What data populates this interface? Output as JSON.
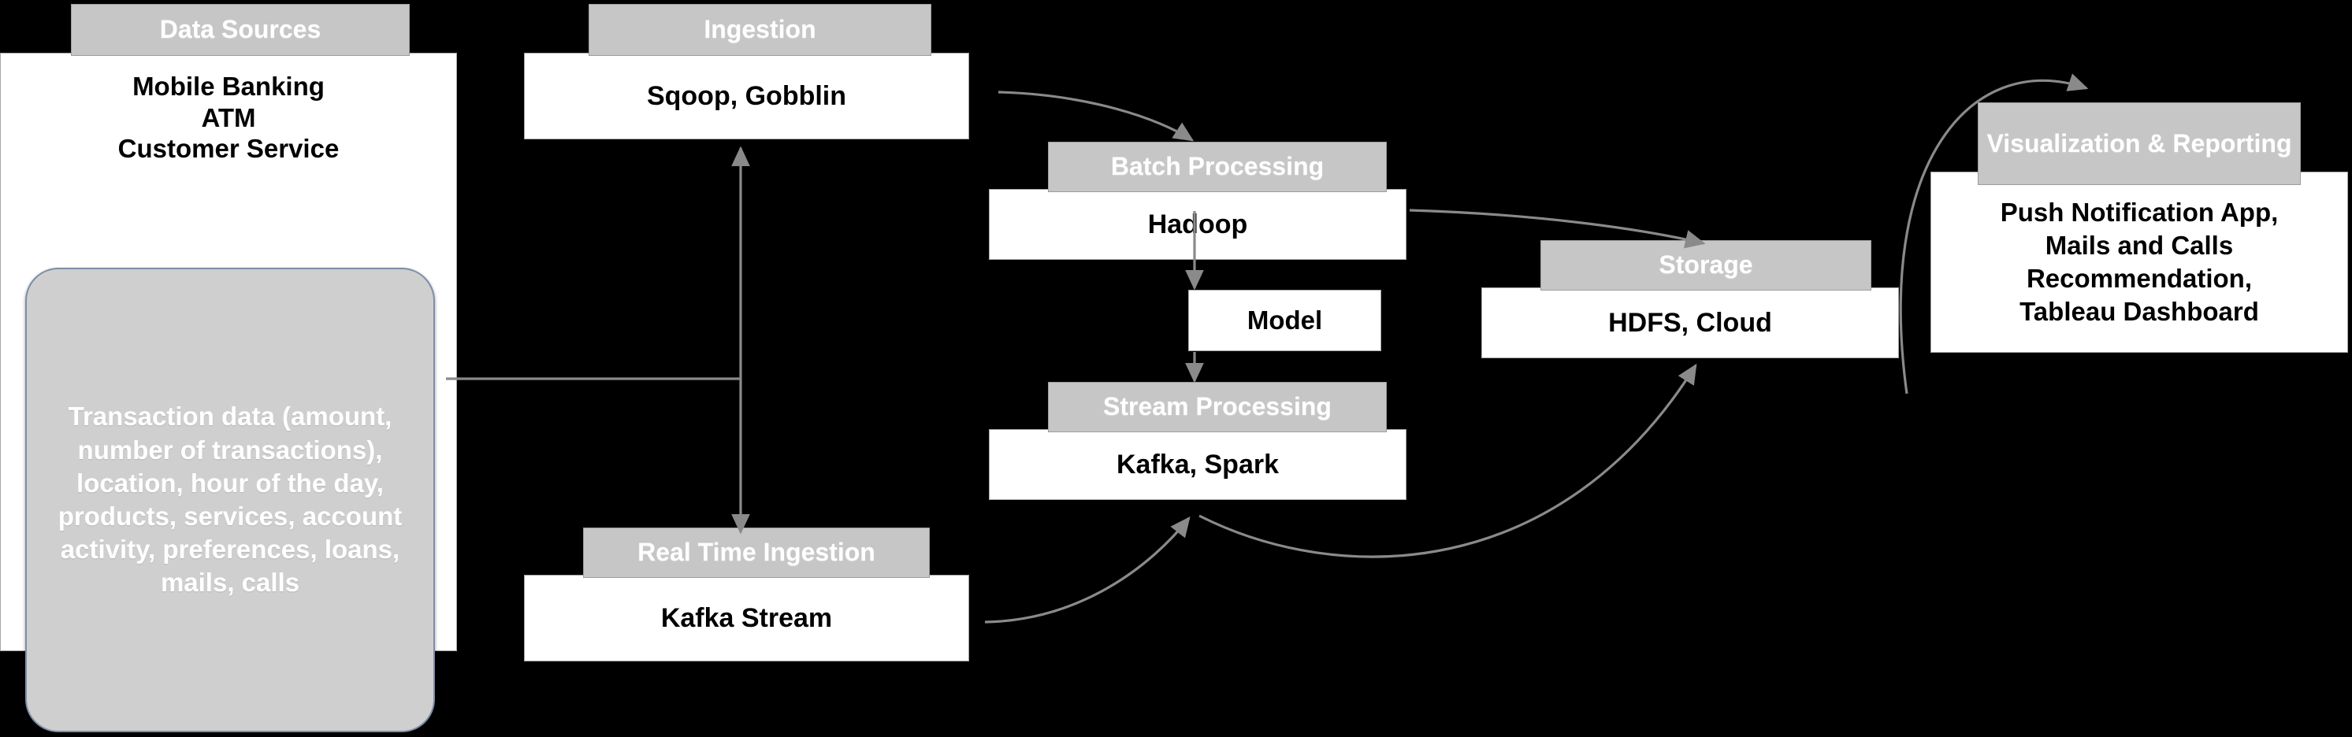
{
  "diagram": {
    "title": "Banking Big Data Pipeline Architecture",
    "background_color": "#000000",
    "header_color": "#c6c6c6",
    "body_color": "#ffffff",
    "callout_color": "#cfcfcf",
    "connector_color": "#8a8a8a"
  },
  "nodes": {
    "data_sources": {
      "header": "Data Sources",
      "body": "Mobile Banking\nATM\nCustomer Service"
    },
    "transaction_callout": {
      "text": "Transaction data (amount, number of transactions), location, hour of the day, products, services, account activity, preferences, loans, mails, calls"
    },
    "ingestion": {
      "header": "Ingestion",
      "body": "Sqoop, Gobblin"
    },
    "real_time_ingestion": {
      "header": "Real Time Ingestion",
      "body": "Kafka Stream"
    },
    "batch_processing": {
      "header": "Batch Processing",
      "body": "Hadoop"
    },
    "model": {
      "body": "Model"
    },
    "stream_processing": {
      "header": "Stream Processing",
      "body": "Kafka, Spark"
    },
    "storage": {
      "header": "Storage",
      "body": "HDFS, Cloud"
    },
    "visualization": {
      "header": "Visualization & Reporting",
      "body": "Push Notification App,\nMails and Calls\nRecommendation,\nTableau Dashboard"
    }
  },
  "connections": [
    {
      "from": "data_sources",
      "to": "ingestion",
      "style": "orthogonal-arrow"
    },
    {
      "from": "data_sources",
      "to": "real_time_ingestion",
      "style": "orthogonal-arrow"
    },
    {
      "from": "ingestion",
      "to": "batch_processing",
      "style": "curved-arrow"
    },
    {
      "from": "batch_processing",
      "to": "model",
      "style": "straight-arrow"
    },
    {
      "from": "model",
      "to": "stream_processing",
      "style": "straight-arrow"
    },
    {
      "from": "batch_processing",
      "to": "storage",
      "style": "curved-arrow"
    },
    {
      "from": "real_time_ingestion",
      "to": "stream_processing",
      "style": "curved-arrow"
    },
    {
      "from": "stream_processing",
      "to": "storage",
      "style": "curved-arrow"
    },
    {
      "from": "storage",
      "to": "visualization",
      "style": "curved-arrow"
    }
  ]
}
